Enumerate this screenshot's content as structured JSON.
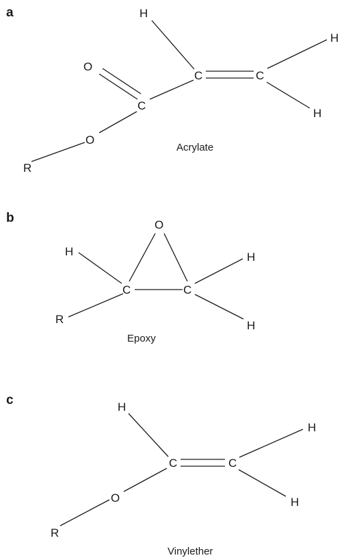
{
  "panels": [
    {
      "letter": "a",
      "caption": "Acrylate",
      "atoms": {
        "R": "R",
        "O_ester": "O",
        "C_carbonyl": "C",
        "O_carbonyl": "O",
        "C_alpha": "C",
        "C_beta": "C",
        "H_alpha": "H",
        "H_beta_top": "H",
        "H_beta_bottom": "H"
      },
      "bonds": [
        {
          "from": "R",
          "to": "O_ester",
          "order": 1
        },
        {
          "from": "O_ester",
          "to": "C_carbonyl",
          "order": 1
        },
        {
          "from": "C_carbonyl",
          "to": "O_carbonyl",
          "order": 2
        },
        {
          "from": "C_carbonyl",
          "to": "C_alpha",
          "order": 1
        },
        {
          "from": "C_alpha",
          "to": "C_beta",
          "order": 2
        },
        {
          "from": "C_alpha",
          "to": "H_alpha",
          "order": 1
        },
        {
          "from": "C_beta",
          "to": "H_beta_top",
          "order": 1
        },
        {
          "from": "C_beta",
          "to": "H_beta_bottom",
          "order": 1
        }
      ]
    },
    {
      "letter": "b",
      "caption": "Epoxy",
      "atoms": {
        "O": "O",
        "C_left": "C",
        "C_right": "C",
        "H_left": "H",
        "R": "R",
        "H_right_top": "H",
        "H_right_bottom": "H"
      },
      "bonds": [
        {
          "from": "C_left",
          "to": "O",
          "order": 1
        },
        {
          "from": "O",
          "to": "C_right",
          "order": 1
        },
        {
          "from": "C_left",
          "to": "C_right",
          "order": 1
        },
        {
          "from": "C_left",
          "to": "H_left",
          "order": 1
        },
        {
          "from": "C_left",
          "to": "R",
          "order": 1
        },
        {
          "from": "C_right",
          "to": "H_right_top",
          "order": 1
        },
        {
          "from": "C_right",
          "to": "H_right_bottom",
          "order": 1
        }
      ]
    },
    {
      "letter": "c",
      "caption": "Vinylether",
      "atoms": {
        "R": "R",
        "O": "O",
        "C_alpha": "C",
        "C_beta": "C",
        "H_alpha": "H",
        "H_beta_top": "H",
        "H_beta_bottom": "H"
      },
      "bonds": [
        {
          "from": "R",
          "to": "O",
          "order": 1
        },
        {
          "from": "O",
          "to": "C_alpha",
          "order": 1
        },
        {
          "from": "C_alpha",
          "to": "C_beta",
          "order": 2
        },
        {
          "from": "C_alpha",
          "to": "H_alpha",
          "order": 1
        },
        {
          "from": "C_beta",
          "to": "H_beta_top",
          "order": 1
        },
        {
          "from": "C_beta",
          "to": "H_beta_bottom",
          "order": 1
        }
      ]
    }
  ]
}
